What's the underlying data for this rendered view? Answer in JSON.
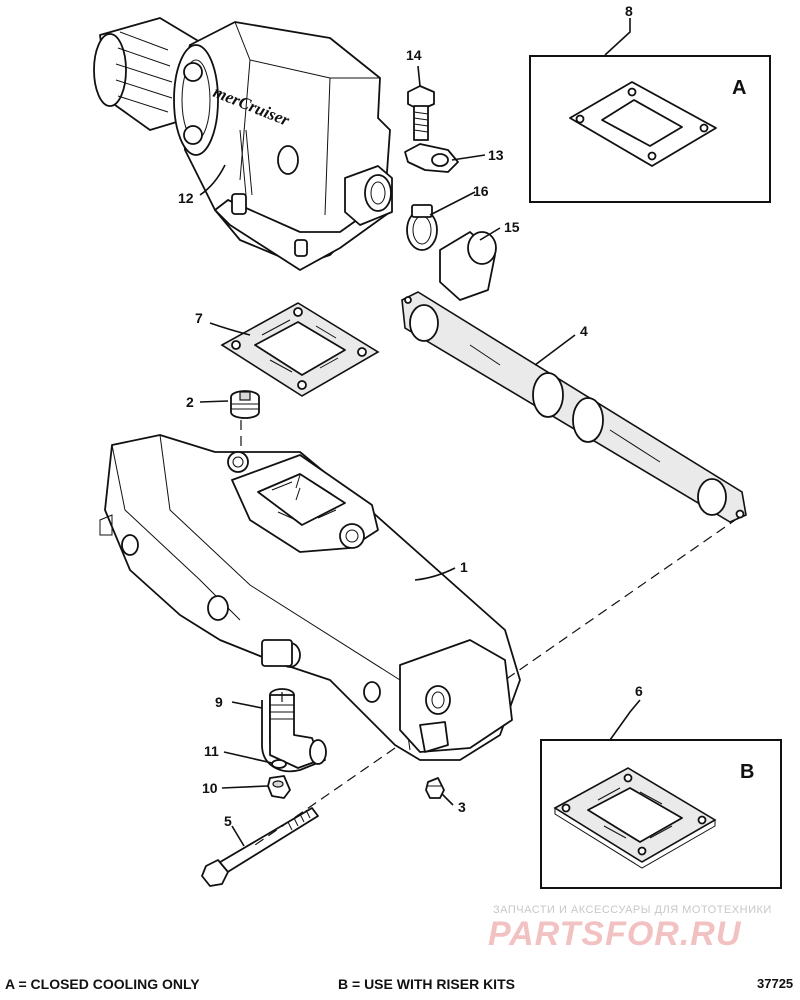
{
  "callouts": {
    "c1": "1",
    "c2": "2",
    "c3": "3",
    "c4": "4",
    "c5": "5",
    "c6": "6",
    "c7": "7",
    "c8": "8",
    "c9": "9",
    "c10": "10",
    "c11": "11",
    "c12": "12",
    "c13": "13",
    "c14": "14",
    "c15": "15",
    "c16": "16"
  },
  "inset_a": {
    "letter": "A"
  },
  "inset_b": {
    "letter": "B"
  },
  "footer": {
    "note_a": "A = CLOSED COOLING ONLY",
    "note_b": "B = USE WITH RISER KITS",
    "diagram_id": "37725"
  },
  "watermark": {
    "tagline": "ЗАПЧАСТИ И АКСЕССУАРЫ ДЛЯ МОТОТЕХНИКИ",
    "brand": "PARTSFOR.RU"
  },
  "logo_text": "merCruiser"
}
